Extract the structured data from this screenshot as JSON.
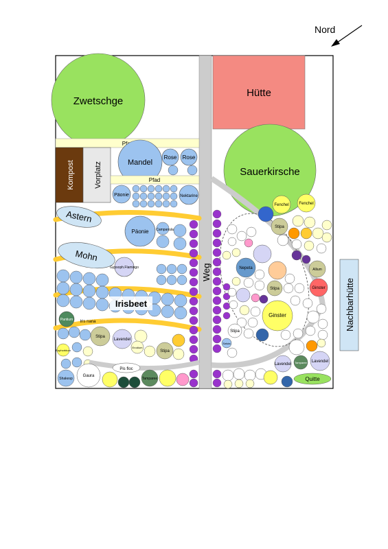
{
  "compass": {
    "label": "Nord"
  },
  "labels": {
    "zwetschge": "Zwetschge",
    "huette": "Hütte",
    "sauerkirsche": "Sauerkirsche",
    "pfad": "Pfad",
    "mandel": "Mandel",
    "rose": "Rose",
    "kompost": "Kompost",
    "vorplatz": "Vorplatz",
    "paeonie": "Päonie",
    "nektarine": "Nektarine",
    "astern": "Astern",
    "mohn": "Mohn",
    "irisbeet": "Irisbeet",
    "weg": "Weg",
    "nachbarhuette": "Nachbarhütte",
    "fenchel": "Fenchel",
    "nepeta": "Nepeta",
    "ginster": "Ginster",
    "stipa": "Stipa",
    "lavendel": "Lavendel",
    "quitte": "Quitte",
    "gaura": "Gaura",
    "euphorbium": "Euphorbium",
    "pantium": "Pantium",
    "iris_nana": "Iris nana",
    "gypsophila": "Gypsoph.Flamingo",
    "erodium": "Erodium",
    "salvia": "Salvia",
    "allium": "Allium",
    "campanula": "Campanula",
    "shakesp": "Shakesp",
    "tamparee": "Tamparee",
    "pis_floc": "Pis floc"
  },
  "colors": {
    "green_tree": "#99e25f",
    "hut": "#f48a82",
    "path_yellow": "#ffffcc",
    "compost": "#6b3a0e",
    "grey_path": "#cccccc",
    "blue_plant": "#9cc3ef",
    "yellow_band": "#ffcc33",
    "purple": "#9933cc",
    "light_blue_box": "#cfe5f5"
  }
}
